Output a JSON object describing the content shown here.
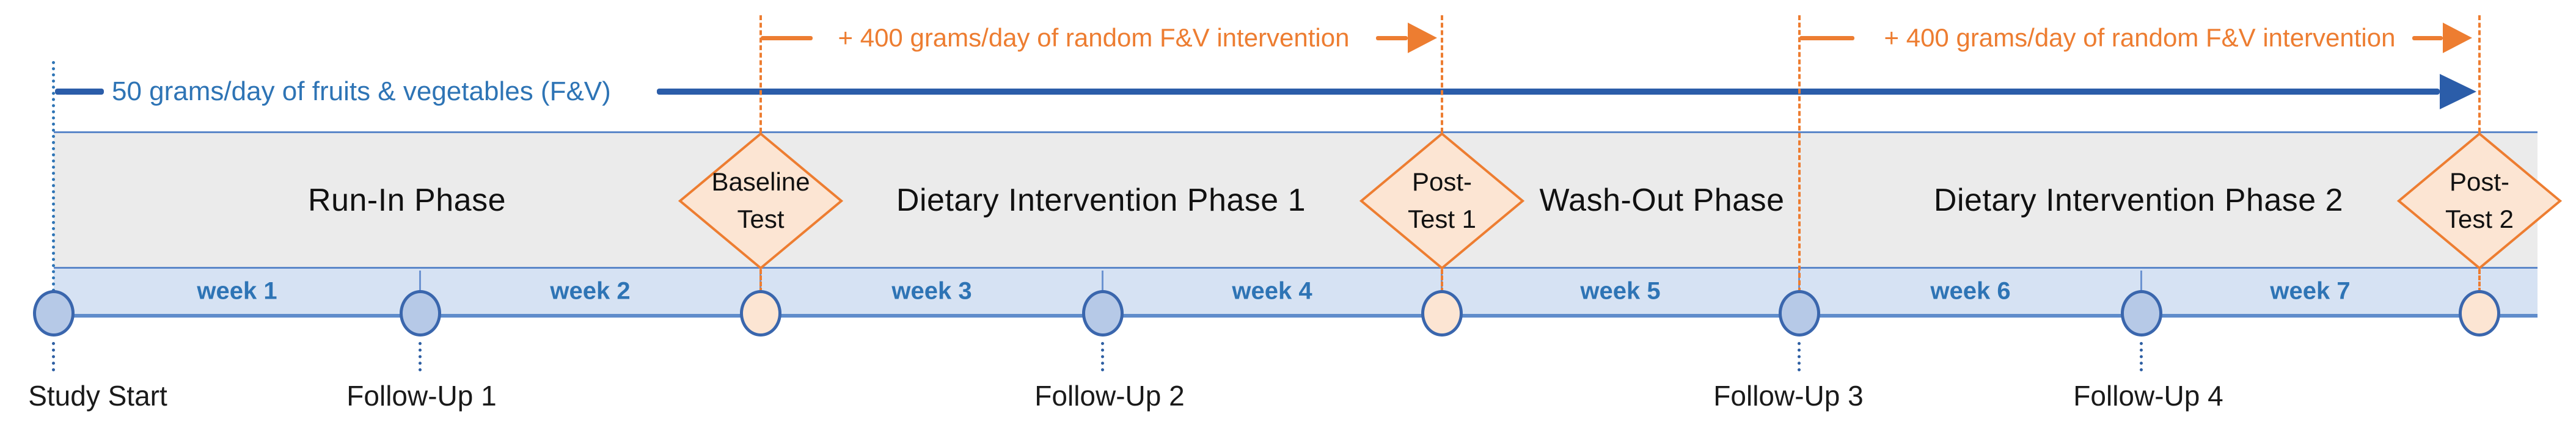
{
  "diagram": {
    "title_implicit": "Dietary intervention study timeline",
    "blue_track": {
      "label": "50 grams/day of fruits & vegetables (F&V)"
    },
    "orange_annotations": [
      {
        "label": "+ 400 grams/day of random F&V intervention"
      },
      {
        "label": "+ 400 grams/day of random F&V intervention"
      }
    ],
    "phases": [
      {
        "label": "Run-In Phase"
      },
      {
        "label": "Dietary Intervention Phase 1"
      },
      {
        "label": "Wash-Out Phase"
      },
      {
        "label": "Dietary Intervention Phase 2"
      }
    ],
    "tests": [
      {
        "line1": "Baseline",
        "line2": "Test"
      },
      {
        "line1": "Post-",
        "line2": "Test 1"
      },
      {
        "line1": "Post-",
        "line2": "Test 2"
      }
    ],
    "weeks": [
      {
        "label": "week 1"
      },
      {
        "label": "week 2"
      },
      {
        "label": "week 3"
      },
      {
        "label": "week 4"
      },
      {
        "label": "week 5"
      },
      {
        "label": "week 6"
      },
      {
        "label": "week 7"
      }
    ],
    "events": [
      {
        "label": "Study Start"
      },
      {
        "label": "Follow-Up 1"
      },
      {
        "label": "Follow-Up 2"
      },
      {
        "label": "Follow-Up 3"
      },
      {
        "label": "Follow-Up 4"
      }
    ],
    "colors": {
      "orange": "#ED7D31",
      "peach_fill": "#FCE5D3",
      "blue_text": "#2E74B5",
      "blue_arrow": "#2B5DA9",
      "gray_band_fill": "#EBEBEB",
      "blue_band_fill": "#D6E2F3",
      "band_border": "#5B87C9",
      "band_bottom_line": "#5F8CCB",
      "circle_blue_fill": "#B6C9E7",
      "circle_border": "#3A66AD",
      "text_black": "#1A1A1A"
    }
  }
}
